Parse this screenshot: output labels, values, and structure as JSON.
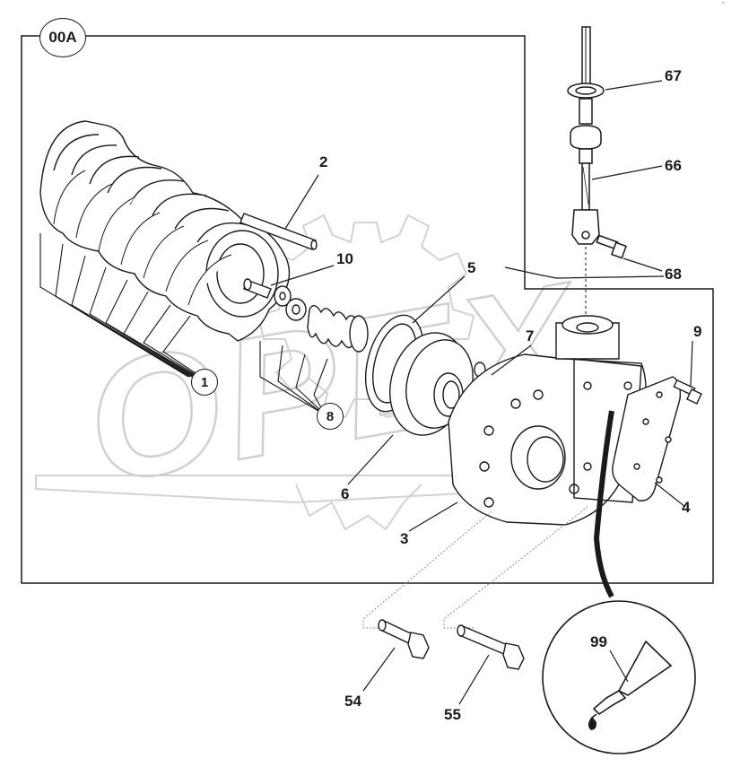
{
  "diagram": {
    "group_tag": "00A",
    "corner_mark": "°",
    "watermark_text": "OPEX",
    "callouts": {
      "c1": "1",
      "c2": "2",
      "c3": "3",
      "c4": "4",
      "c5": "5",
      "c6": "6",
      "c7": "7",
      "c8": "8",
      "c9": "9",
      "c10": "10",
      "c54": "54",
      "c55": "55",
      "c66": "66",
      "c67": "67",
      "c68": "68",
      "c99": "99"
    },
    "colors": {
      "line": "#1a1a1a",
      "watermark": "#d0d0d0",
      "background": "#ffffff"
    }
  }
}
